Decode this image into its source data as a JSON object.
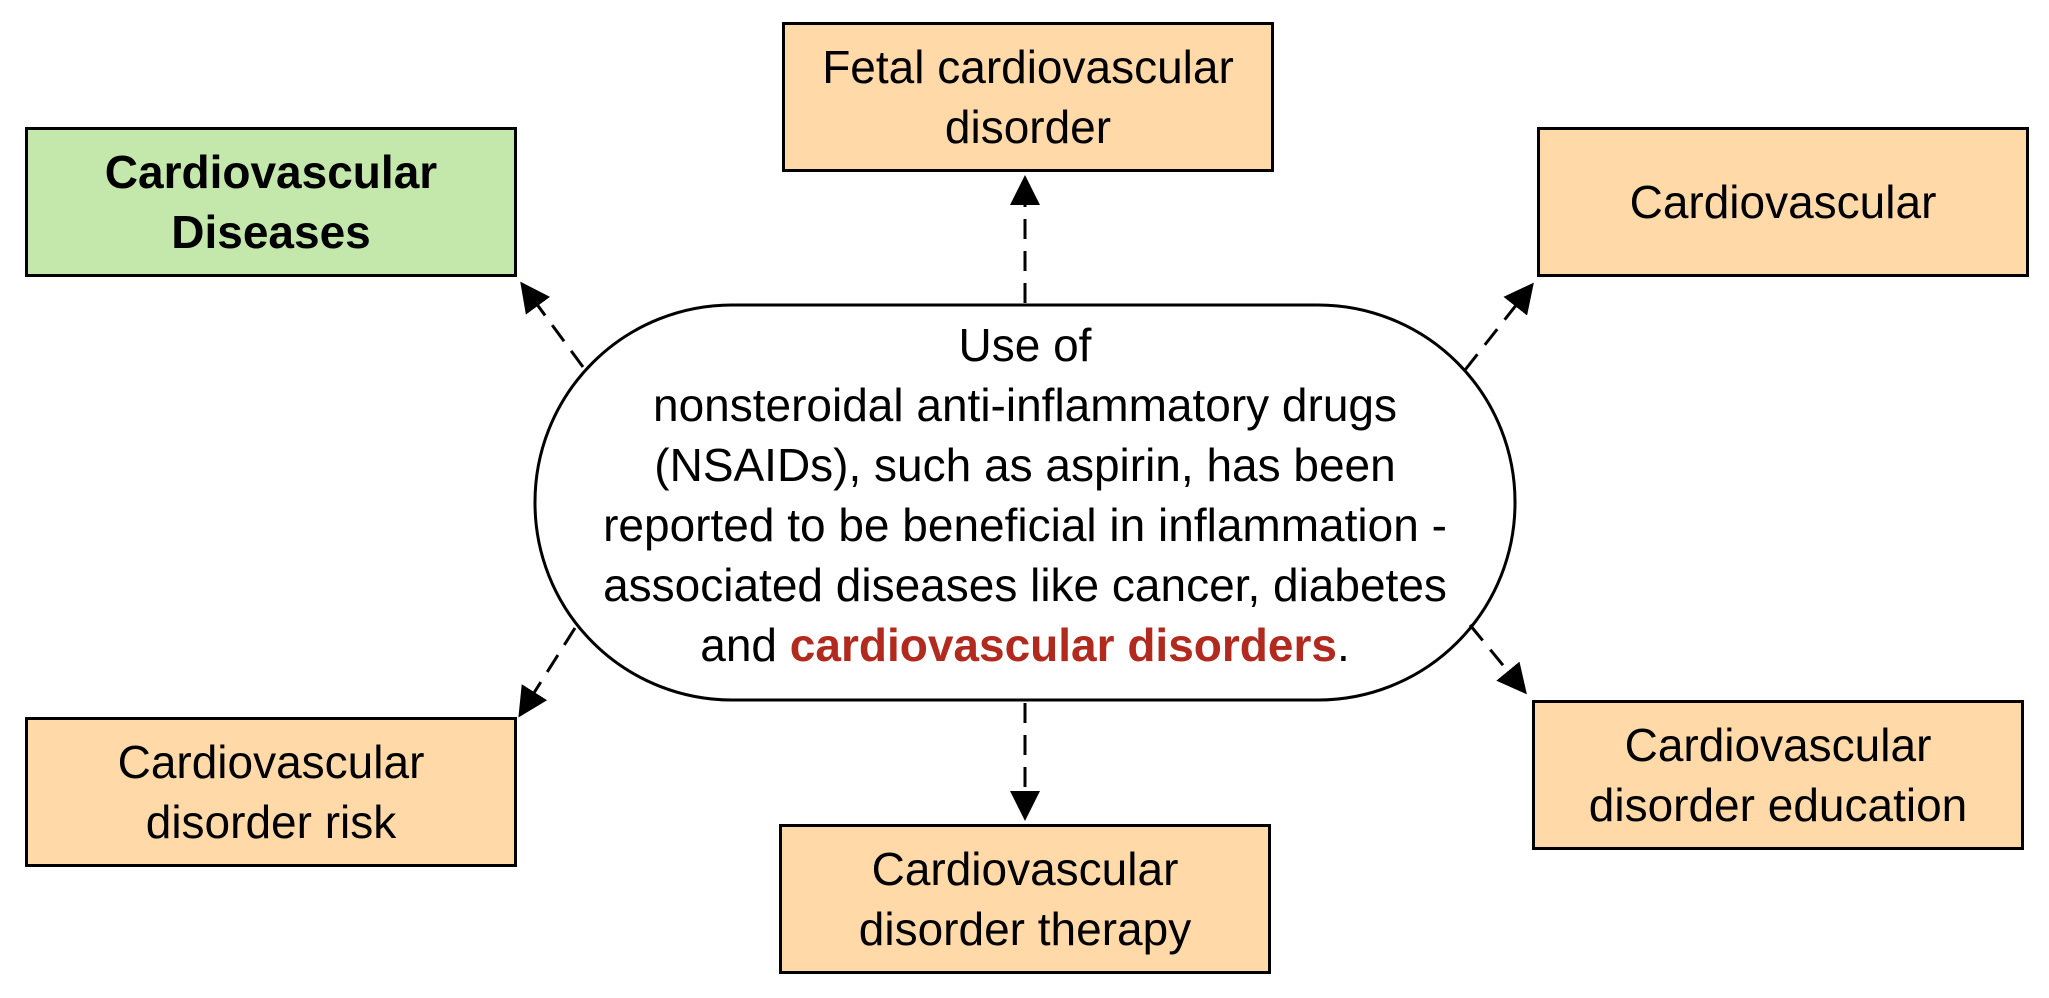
{
  "diagram": {
    "center": {
      "line1": "Use of",
      "line2": "nonsteroidal anti-inflammatory drugs",
      "line3": "(NSAIDs), such as aspirin, has been",
      "line4": "reported to be beneficial in inflammation -",
      "line5": "associated diseases like cancer, diabetes",
      "line6_prefix": "and ",
      "line6_highlight": "cardiovascular disorders",
      "line6_suffix": "."
    },
    "nodes": {
      "cardiovascular_diseases": {
        "line1": "Cardiovascular",
        "line2": "Diseases"
      },
      "fetal_cardiovascular_disorder": {
        "line1": "Fetal cardiovascular",
        "line2": "disorder"
      },
      "cardiovascular": {
        "line1": "Cardiovascular"
      },
      "cardiovascular_disorder_risk": {
        "line1": "Cardiovascular",
        "line2": "disorder risk"
      },
      "cardiovascular_disorder_therapy": {
        "line1": "Cardiovascular",
        "line2": "disorder therapy"
      },
      "cardiovascular_disorder_education": {
        "line1": "Cardiovascular",
        "line2": "disorder education"
      }
    },
    "colors": {
      "orange_fill": "#ffdaa8",
      "green_fill": "#c4e7ab",
      "highlight_text": "#b22a1e",
      "stroke": "#000000"
    }
  }
}
